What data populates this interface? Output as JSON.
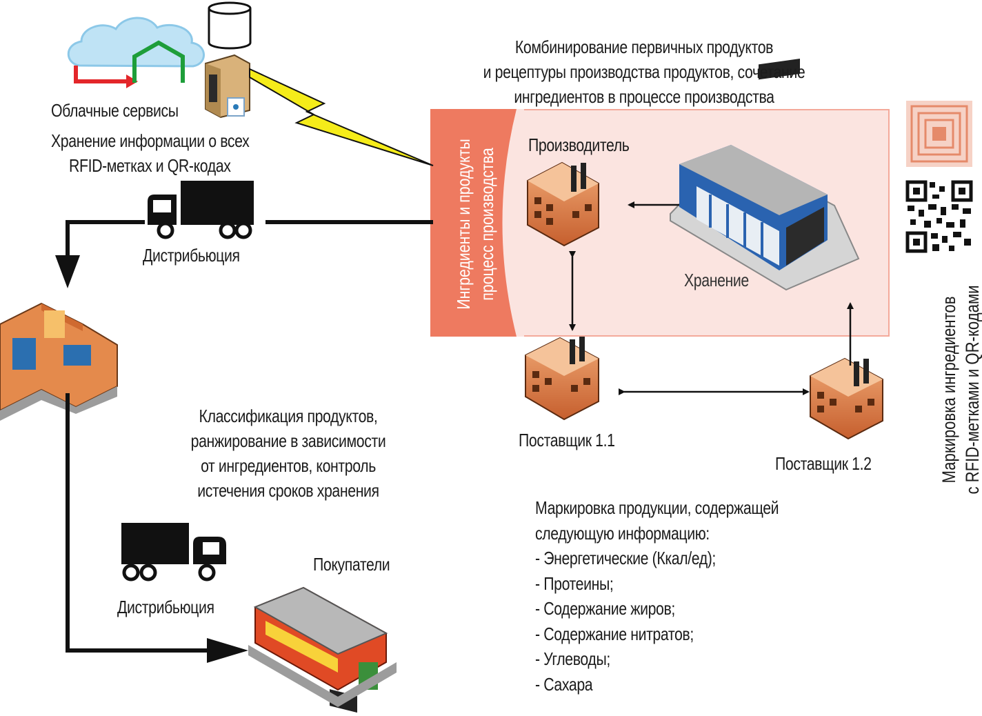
{
  "labels": {
    "cloud": "Облачные сервисы",
    "storage_info": [
      "Хранение информации о всех",
      "RFID-метках и QR-кодах"
    ],
    "distribution_top": "Дистрибьюция",
    "distribution_bottom": "Дистрибьюция",
    "combining": [
      "Комбинирование первичных продуктов",
      "и рецептуры производства продуктов, сочетание",
      "ингредиентов в процессе производства"
    ],
    "panel_vertical": [
      "Ингредиенты и продукты",
      "процесс производства"
    ],
    "producer": "Производитель",
    "storage": "Хранение",
    "supplier_1": "Поставщик 1.1",
    "supplier_2": "Поставщик 1.2",
    "classification": [
      "Классификация продуктов,",
      "ранжирование в зависимости",
      "от ингредиентов, контроль",
      "истечения сроков хранения"
    ],
    "buyers": "Покупатели",
    "right_vertical": [
      "Маркировка ингредиентов",
      "с RFID-метками и QR-кодами"
    ],
    "marking_list": [
      "Маркировка продукции, содержащей",
      "следующую информацию:",
      "- Энергетические (Ккал/ед);",
      "- Протеины;",
      "- Содержание жиров;",
      "- Содержание нитратов;",
      "- Углеводы;",
      "- Сахара"
    ]
  },
  "colors": {
    "panel_bg": "#fbe4e0",
    "panel_side": "#ee7a60",
    "arrow": "#111111",
    "lightning": "#f5ec1a",
    "cloud": "#bfe3f5",
    "cloud_red_arrow": "#e3262a",
    "cloud_green_arrow": "#1e9e3a"
  },
  "icons": [
    "cloud-icon",
    "database-icon",
    "server-icon",
    "lightning-link-icon",
    "truck-icon",
    "factory-icon",
    "warehouse-icon",
    "wholesale-building-icon",
    "shop-icon",
    "rfid-tag-icon",
    "qr-code-icon"
  ]
}
